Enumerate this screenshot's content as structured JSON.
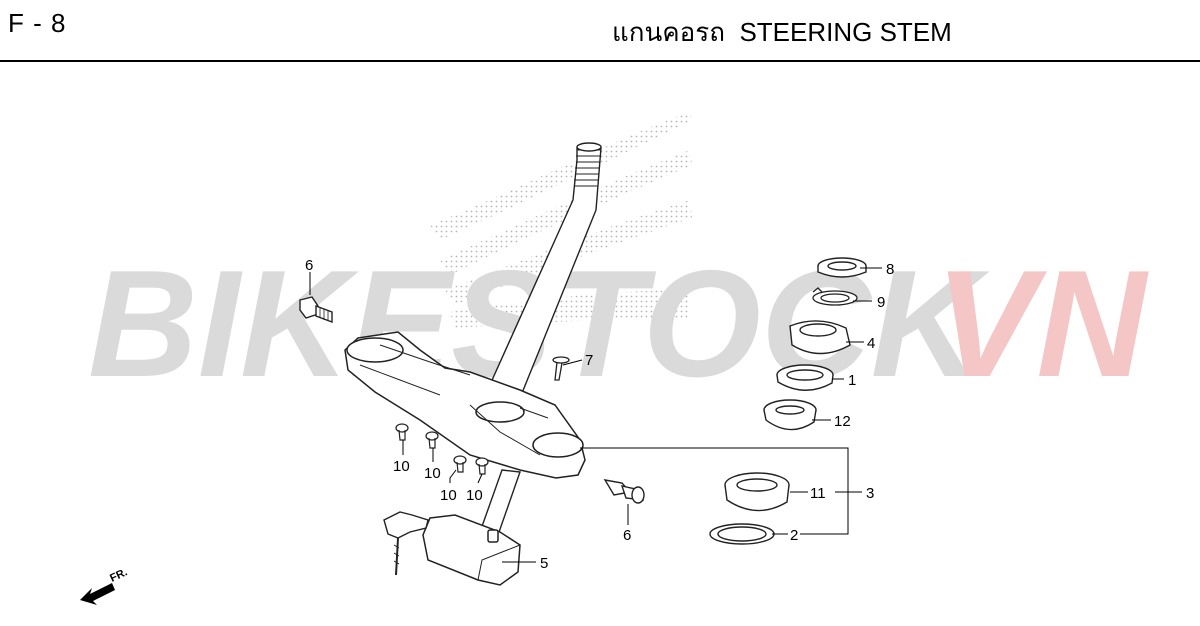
{
  "header": {
    "page_code": "F - 8",
    "title_thai": "แกนคอรถ",
    "title_en": "STEERING STEM"
  },
  "watermark": {
    "text_gray": "BIKESTOCK",
    "text_red": "VN",
    "color_gray": "#d8d8d8",
    "color_red": "#f4c4c4"
  },
  "callouts": {
    "p1": "1",
    "p2": "2",
    "p3": "3",
    "p4": "4",
    "p5": "5",
    "p6a": "6",
    "p6b": "6",
    "p7": "7",
    "p8": "8",
    "p9": "9",
    "p10a": "10",
    "p10b": "10",
    "p10c": "10",
    "p10d": "10",
    "p11": "11",
    "p12": "12"
  },
  "direction_marker": {
    "label": "FR.",
    "icon": "front-arrow-icon"
  }
}
